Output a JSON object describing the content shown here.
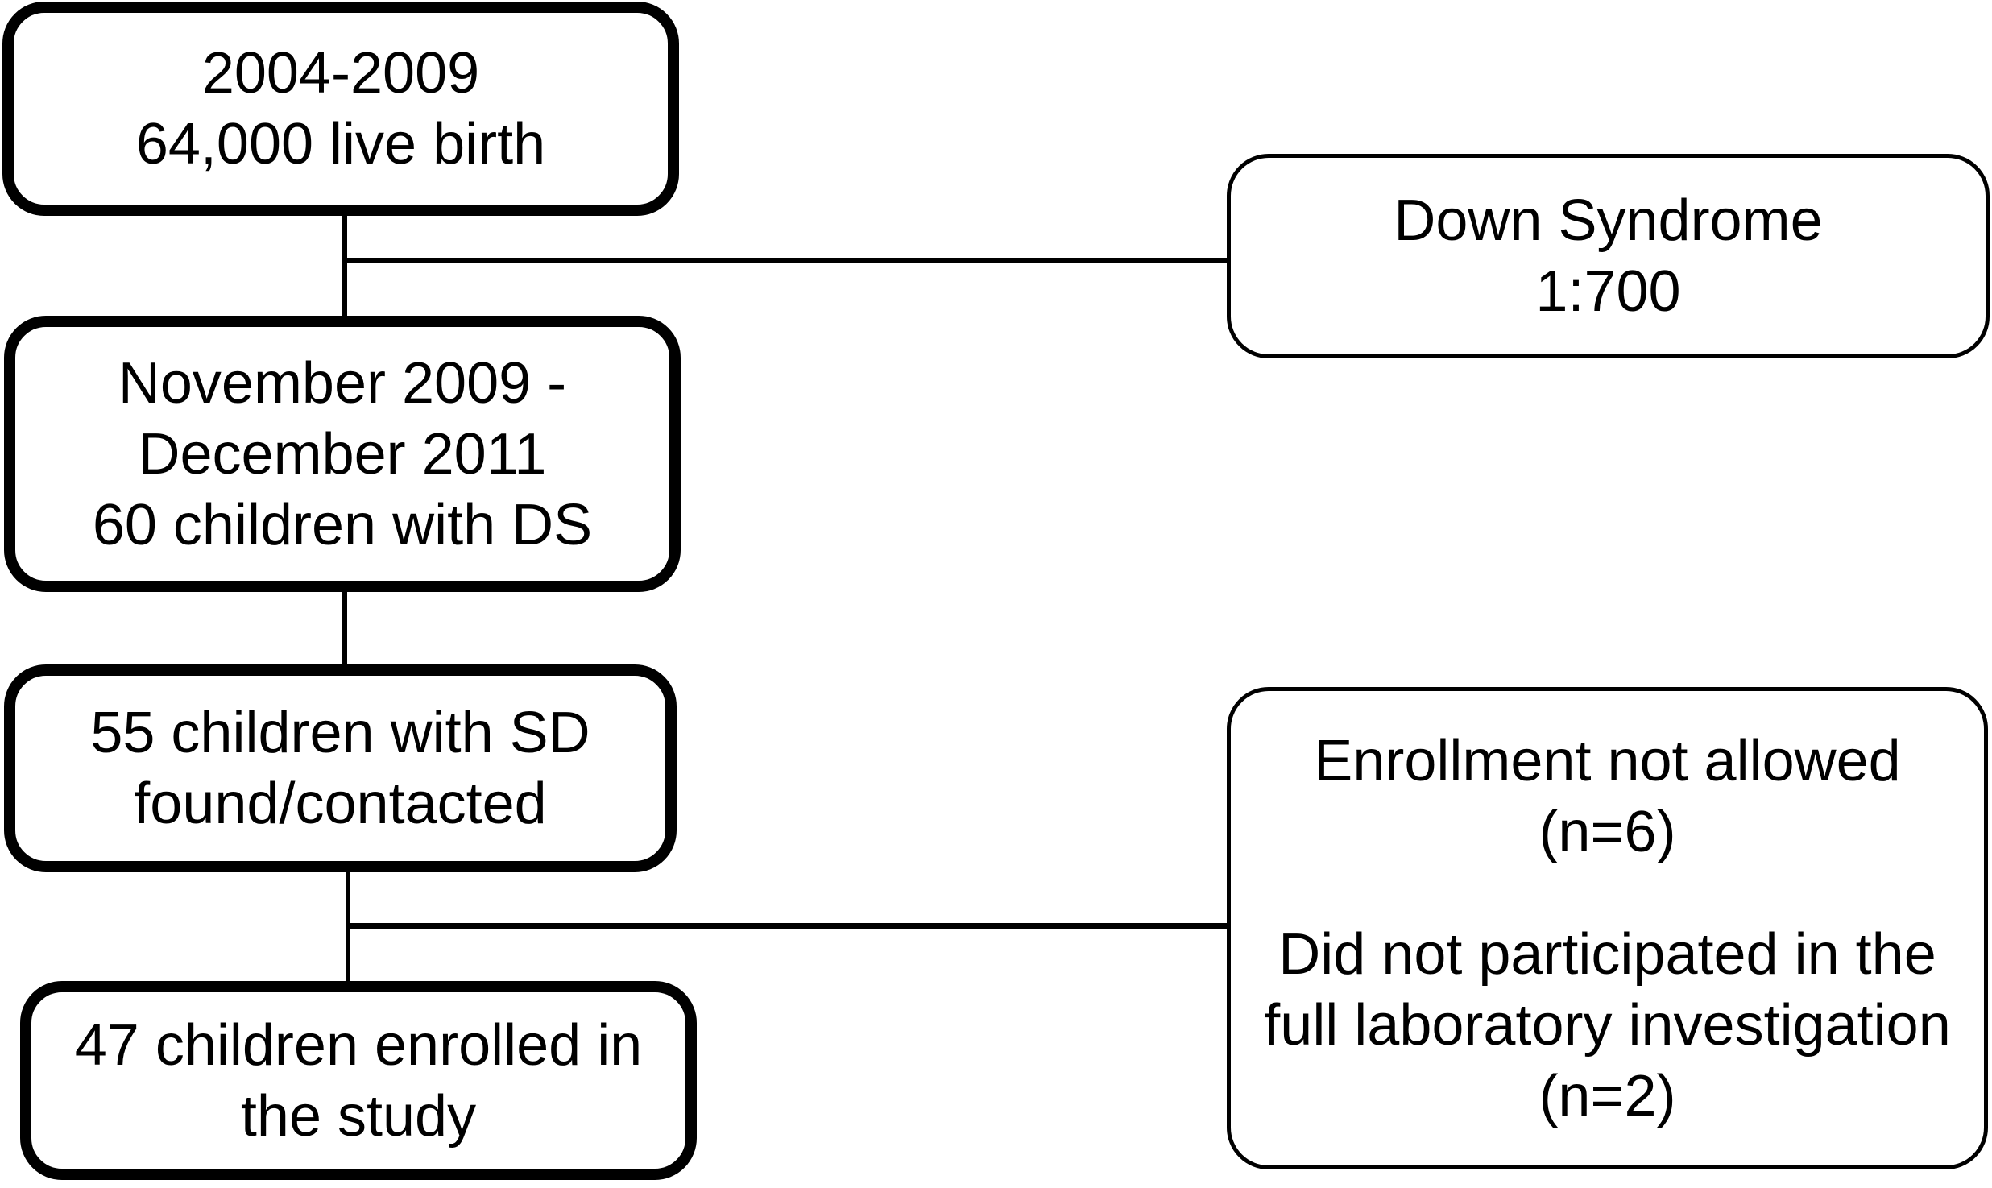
{
  "diagram": {
    "type": "flowchart",
    "colors": {
      "background": "#ffffff",
      "box_fill": "#ffffff",
      "box_border": "#000000",
      "text": "#000000",
      "connector": "#000000"
    },
    "nodes": {
      "cohort": {
        "lines": [
          "2004-2009",
          "64,000 live birth"
        ]
      },
      "ds_rate": {
        "lines": [
          "Down Syndrome",
          "1:700"
        ]
      },
      "screened": {
        "lines": [
          "November 2009 -",
          "December 2011",
          "60 children with DS"
        ]
      },
      "contacted": {
        "lines": [
          "55 children with SD",
          "found/contacted"
        ]
      },
      "enrolled": {
        "lines": [
          "47 children enrolled in",
          "the study"
        ]
      },
      "excluded": {
        "groups": [
          [
            "Enrollment not allowed",
            "(n=6)"
          ],
          [
            "Did not participated in the",
            "full laboratory investigation",
            "(n=2)"
          ]
        ]
      }
    },
    "edges": [
      {
        "from": "cohort",
        "to": "screened",
        "shape": "vertical"
      },
      {
        "from": "cohort-screened-connector",
        "to": "ds_rate",
        "shape": "horizontal-branch"
      },
      {
        "from": "screened",
        "to": "contacted",
        "shape": "vertical"
      },
      {
        "from": "contacted",
        "to": "enrolled",
        "shape": "vertical"
      },
      {
        "from": "contacted-enrolled-connector",
        "to": "excluded",
        "shape": "horizontal-branch"
      }
    ]
  }
}
